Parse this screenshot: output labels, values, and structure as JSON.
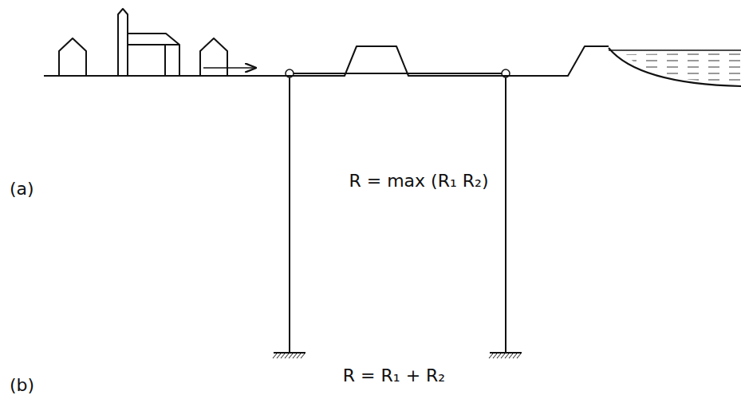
{
  "diagram": {
    "labels": [
      "(a)",
      "R = max (R₁ R₂)",
      "(b)",
      "R = R₁ + R₂"
    ]
  }
}
